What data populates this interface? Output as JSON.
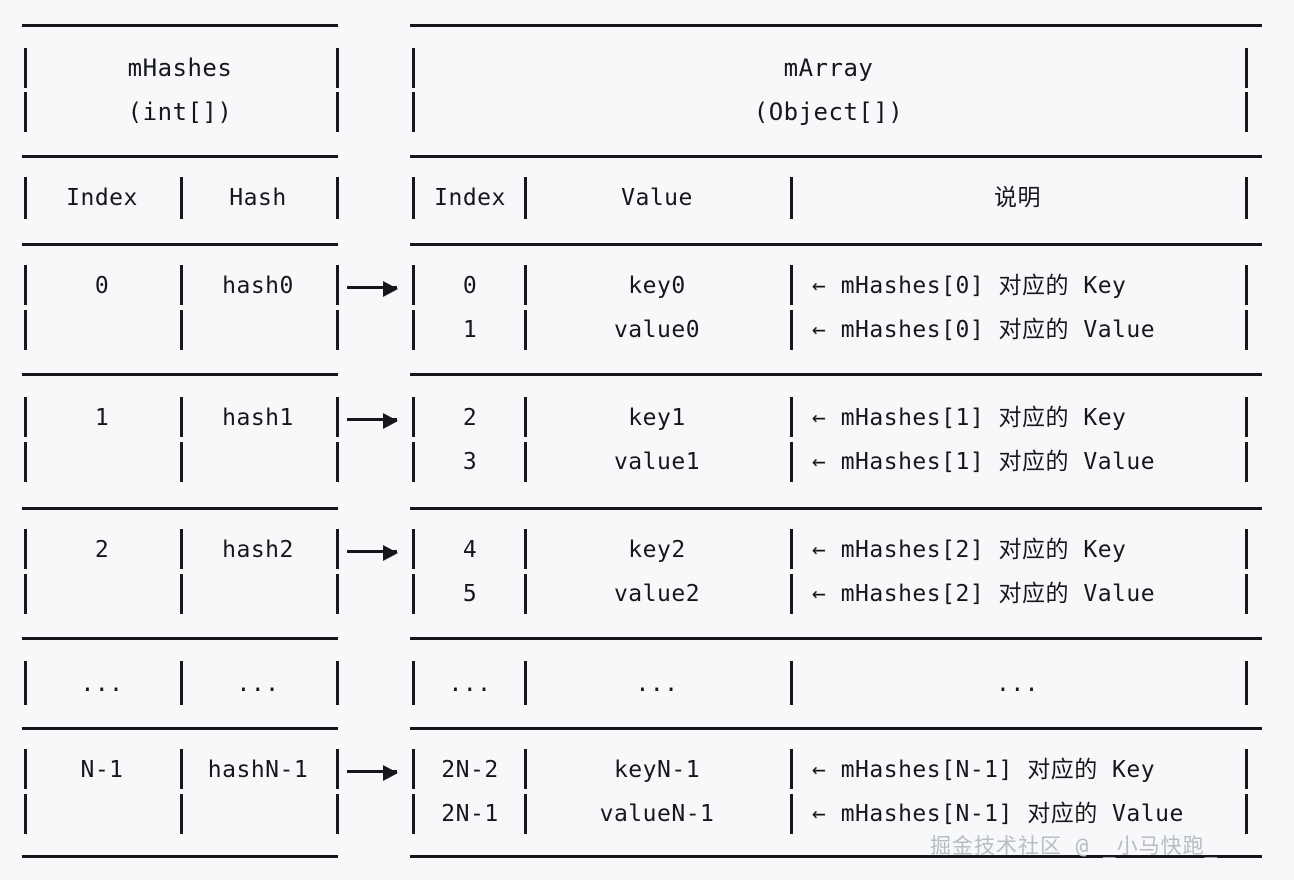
{
  "diagram": {
    "kind": "ascii-table-diagram",
    "background_color": "#f7f8fa",
    "ink_color": "#15171a",
    "watermark_color": "#b9bcc2"
  },
  "left_table": {
    "title": "mHashes",
    "subtitle": "(int[])",
    "headers": {
      "index": "Index",
      "hash": "Hash"
    },
    "rows": [
      {
        "index": "0",
        "hash": "hash0"
      },
      {
        "index": "1",
        "hash": "hash1"
      },
      {
        "index": "2",
        "hash": "hash2"
      },
      {
        "index": "...",
        "hash": "..."
      },
      {
        "index": "N-1",
        "hash": "hashN-1"
      }
    ]
  },
  "right_table": {
    "title": "mArray",
    "subtitle": "(Object[])",
    "headers": {
      "index": "Index",
      "value": "Value",
      "note": "说明"
    },
    "row_groups": [
      {
        "first": {
          "index": "0",
          "value": "key0",
          "note": "← mHashes[0] 对应的 Key"
        },
        "second": {
          "index": "1",
          "value": "value0",
          "note": "← mHashes[0] 对应的 Value"
        }
      },
      {
        "first": {
          "index": "2",
          "value": "key1",
          "note": "← mHashes[1] 对应的 Key"
        },
        "second": {
          "index": "3",
          "value": "value1",
          "note": "← mHashes[1] 对应的 Value"
        }
      },
      {
        "first": {
          "index": "4",
          "value": "key2",
          "note": "← mHashes[2] 对应的 Key"
        },
        "second": {
          "index": "5",
          "value": "value2",
          "note": "← mHashes[2] 对应的 Value"
        }
      },
      {
        "first": {
          "index": "...",
          "value": "...",
          "note": "..."
        },
        "second": {
          "index": "",
          "value": "",
          "note": ""
        }
      },
      {
        "first": {
          "index": "2N-2",
          "value": "keyN-1",
          "note": "← mHashes[N-1] 对应的 Key"
        },
        "second": {
          "index": "2N-1",
          "value": "valueN-1",
          "note": "← mHashes[N-1] 对应的 Value"
        }
      }
    ]
  },
  "connectors": [
    {
      "from": "mHashes[0]",
      "to": "mArray[0]",
      "glyph": "long-right-arrow"
    },
    {
      "from": "mHashes[1]",
      "to": "mArray[2]",
      "glyph": "long-right-arrow"
    },
    {
      "from": "mHashes[2]",
      "to": "mArray[4]",
      "glyph": "long-right-arrow"
    },
    {
      "from": "mHashes[N-1]",
      "to": "mArray[2N-2]",
      "glyph": "long-right-arrow"
    }
  ],
  "watermark": {
    "text": "掘金技术社区 @ _小马快跑_"
  }
}
